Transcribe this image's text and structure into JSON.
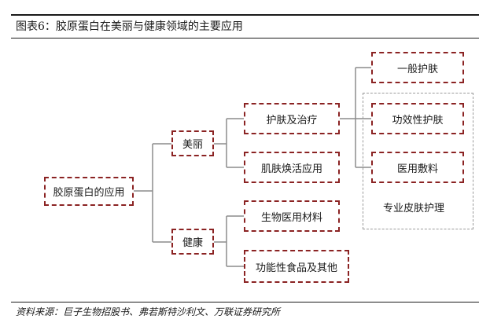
{
  "header": {
    "title": "图表6：胶原蛋白在美丽与健康领域的主要应用"
  },
  "diagram": {
    "root": "胶原蛋白的应用",
    "branches": [
      {
        "label": "美丽",
        "children": [
          "护肤及治疗",
          "肌肤焕活应用"
        ]
      },
      {
        "label": "健康",
        "children": [
          "生物医用材料",
          "功能性食品及其他"
        ]
      }
    ],
    "treatment_children": [
      "一般护肤",
      "功效性护肤",
      "医用敷料"
    ],
    "group_label": "专业皮肤护理",
    "colors": {
      "box_border": "#8b2323",
      "line": "#8c8c8c",
      "group_border": "#9a9a9a"
    }
  },
  "footer": {
    "source": "资料来源：巨子生物招股书、弗若斯特沙利文、万联证券研究所"
  }
}
